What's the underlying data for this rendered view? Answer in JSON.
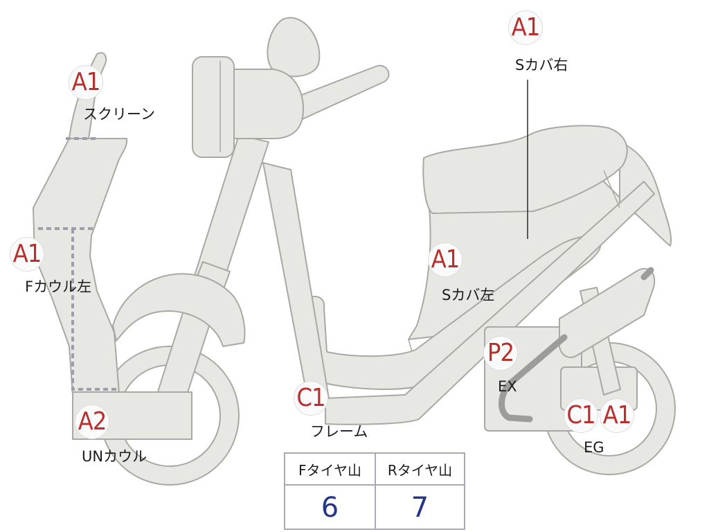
{
  "markers": {
    "screen": "A1",
    "f_cowl_left": "A1",
    "un_cowl": "A2",
    "frame": "C1",
    "s_cover_right": "A1",
    "s_cover_left": "A1",
    "exhaust": "P2",
    "engine_c": "C1",
    "engine_a": "A1"
  },
  "labels": {
    "screen": "スクリーン",
    "f_cowl_left": "Fカウル左",
    "un_cowl": "UNカウル",
    "frame": "フレーム",
    "s_cover_right": "Sカバ右",
    "s_cover_left": "Sカバ左",
    "exhaust": "EX",
    "engine": "EG"
  },
  "tread_table": {
    "front_header": "Fタイヤ山",
    "rear_header": "Rタイヤ山",
    "front_value": "6",
    "rear_value": "7"
  },
  "colors": {
    "marker_text": "#b8302e",
    "table_value_text": "#23368a",
    "body_fill": "#e7e7e3",
    "outline": "#a9a9a3"
  }
}
